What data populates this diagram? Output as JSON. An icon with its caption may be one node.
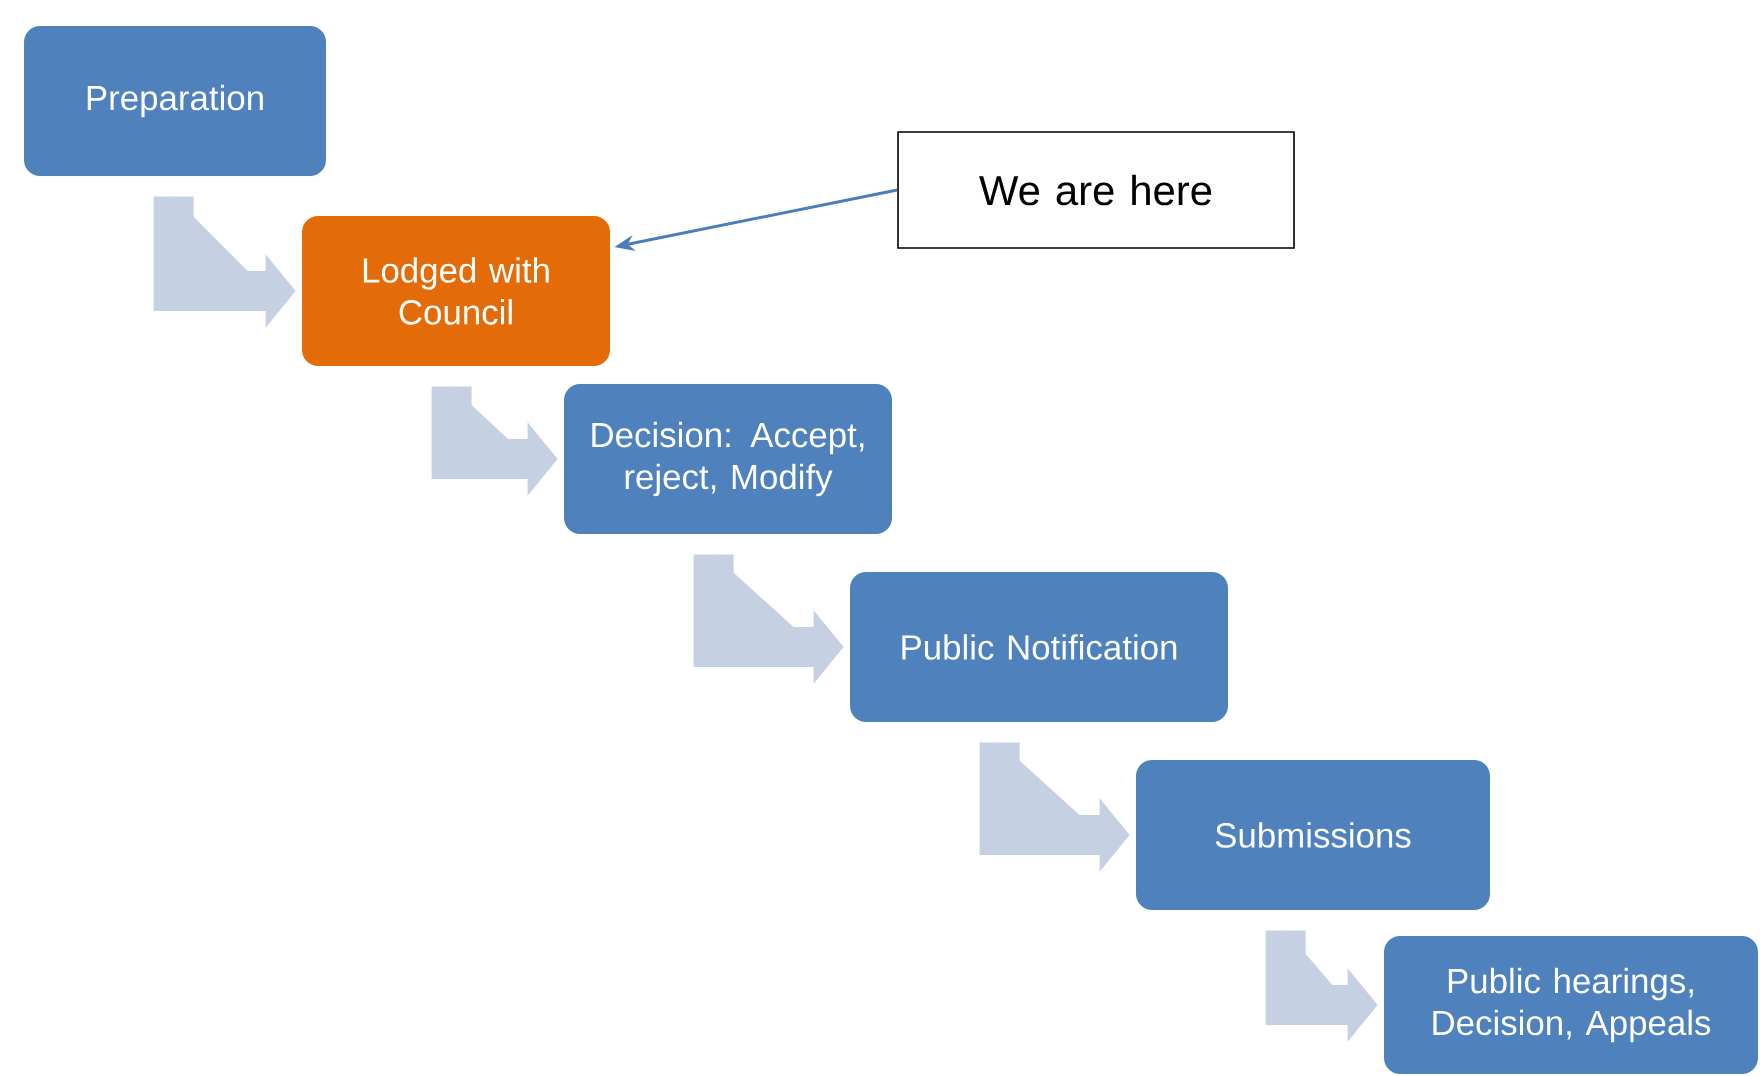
{
  "diagram": {
    "nodes": [
      {
        "text": [
          "Preparation"
        ]
      },
      {
        "text": [
          "Lodged with Council"
        ]
      },
      {
        "text": [
          "Decision: Accept, reject, Modify"
        ]
      },
      {
        "text": [
          "Public Notification"
        ]
      },
      {
        "text": [
          "Submissions"
        ]
      },
      {
        "text": [
          "Public hearings, Decision, Appeals"
        ]
      },
      {
        "text": [
          "We are here"
        ]
      }
    ],
    "edges": [
      {
        "from": 0,
        "to": 1,
        "arrow": "to"
      },
      {
        "from": 1,
        "to": 2,
        "arrow": "to"
      },
      {
        "from": 2,
        "to": 3,
        "arrow": "to"
      },
      {
        "from": 3,
        "to": 4,
        "arrow": "to"
      },
      {
        "from": 4,
        "to": 5,
        "arrow": "to"
      },
      {
        "from": 6,
        "to": 1,
        "arrow": "to",
        "color": "#4a7ebb"
      }
    ]
  }
}
